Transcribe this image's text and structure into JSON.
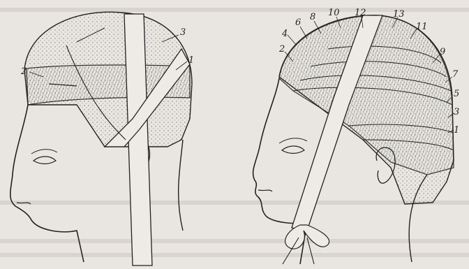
{
  "figure_left": {
    "labels": [
      "3",
      "1",
      "2"
    ]
  },
  "figure_right": {
    "labels": [
      "6",
      "8",
      "10",
      "12",
      "13",
      "4",
      "11",
      "2",
      "9",
      "7",
      "5",
      "3",
      "1"
    ]
  }
}
